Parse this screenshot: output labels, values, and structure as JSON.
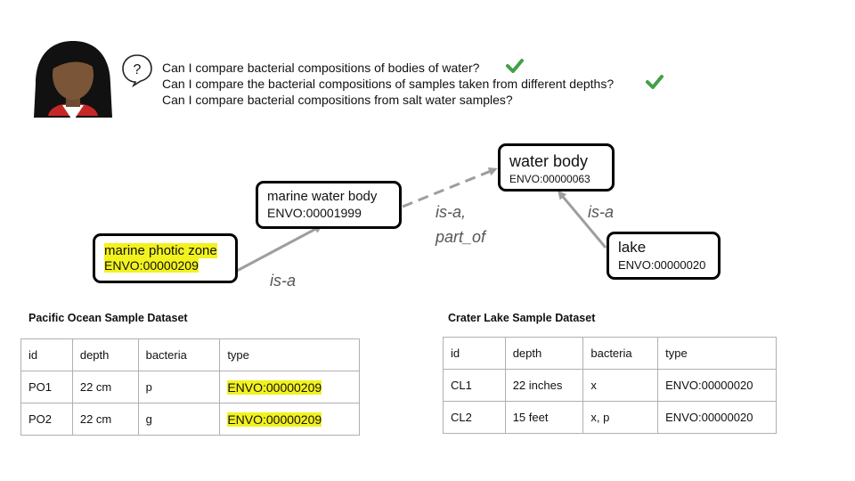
{
  "questions": [
    {
      "text": "Can I compare bacterial compositions of bodies of water?",
      "answered": true
    },
    {
      "text": "Can I compare the bacterial compositions of samples taken from different depths?",
      "answered": true
    },
    {
      "text": "Can I compare bacterial compositions from salt water samples?",
      "answered": false
    }
  ],
  "speech_bubble": "?",
  "colors": {
    "check": "#43a047",
    "highlight": "#f2f21e",
    "edge": "#9e9e9e"
  },
  "nodes": {
    "photic": {
      "label": "marine photic zone",
      "id": "ENVO:00000209",
      "highlighted": true
    },
    "marine": {
      "label": "marine water body",
      "id": "ENVO:00001999"
    },
    "water": {
      "label": "water body",
      "id": "ENVO:00000063"
    },
    "lake": {
      "label": "lake",
      "id": "ENVO:00000020"
    }
  },
  "edges": {
    "photic_marine": "is-a",
    "marine_water_1": "is-a,",
    "marine_water_2": "part_of",
    "lake_water": "is-a"
  },
  "datasets": {
    "pacific": {
      "title": "Pacific Ocean Sample Dataset",
      "columns": [
        "id",
        "depth",
        "bacteria",
        "type"
      ],
      "rows": [
        [
          "PO1",
          "22 cm",
          "p",
          "ENVO:00000209"
        ],
        [
          "PO2",
          "22 cm",
          "g",
          "ENVO:00000209"
        ]
      ]
    },
    "crater": {
      "title": "Crater Lake Sample Dataset",
      "columns": [
        "id",
        "depth",
        "bacteria",
        "type"
      ],
      "rows": [
        [
          "CL1",
          "22 inches",
          "x",
          "ENVO:00000020"
        ],
        [
          "CL2",
          "15 feet",
          "x, p",
          "ENVO:00000020"
        ]
      ]
    }
  }
}
